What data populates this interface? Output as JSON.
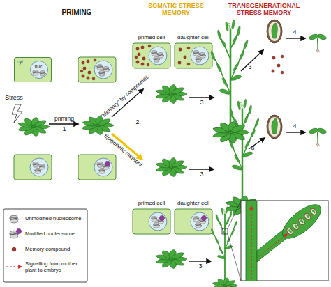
{
  "diagram": {
    "nodes": [
      {
        "text": [
          "cyt."
        ]
      },
      {
        "text": [
          "nuc."
        ],
        "in": 0
      }
    ],
    "labels": [
      "PRIMING",
      "SOMATIC STRESS MEMORY",
      "TRANSGENERATIONAL STRESS MEMORY",
      "Stress",
      "priming",
      "1",
      "\"Memory\" by compounds",
      "2",
      "Epigenetic memory",
      "primed cell",
      "daughter cell",
      "3",
      "3",
      "4",
      "primed cell",
      "daughter cell",
      "3",
      "3",
      "4",
      "3"
    ],
    "legend": [
      {
        "text": "Unmodified nucleosome"
      },
      {
        "text": "Modified nucleosome"
      },
      {
        "text": "Memory compound"
      },
      {
        "text": "Signalling from mother plant to embryo"
      }
    ]
  }
}
